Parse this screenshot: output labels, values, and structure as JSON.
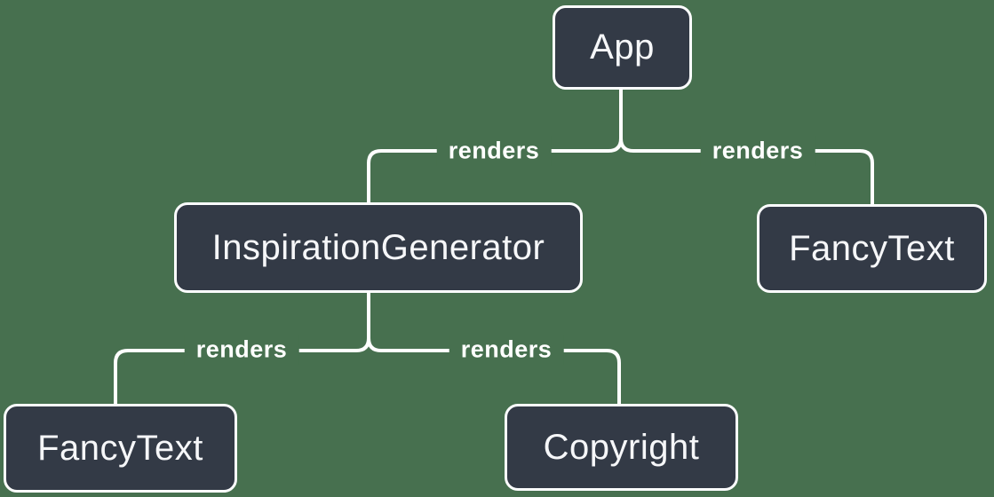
{
  "diagram": {
    "description": "React render tree diagram",
    "colors": {
      "background": "#47704F",
      "node_fill": "#333A46",
      "node_border": "#FCFDFE",
      "node_text": "#F6F7F9",
      "edge_stroke": "#FFFFFF",
      "edge_label_text": "#FFFFFF"
    },
    "nodes": [
      {
        "id": "app",
        "label": "App"
      },
      {
        "id": "inspiration-generator",
        "label": "InspirationGenerator"
      },
      {
        "id": "fancy-text-right",
        "label": "FancyText"
      },
      {
        "id": "fancy-text-left",
        "label": "FancyText"
      },
      {
        "id": "copyright",
        "label": "Copyright"
      }
    ],
    "edges": [
      {
        "from": "App",
        "to": "InspirationGenerator",
        "label": "renders"
      },
      {
        "from": "App",
        "to": "FancyText",
        "label": "renders"
      },
      {
        "from": "InspirationGenerator",
        "to": "FancyText",
        "label": "renders"
      },
      {
        "from": "InspirationGenerator",
        "to": "Copyright",
        "label": "renders"
      }
    ]
  }
}
